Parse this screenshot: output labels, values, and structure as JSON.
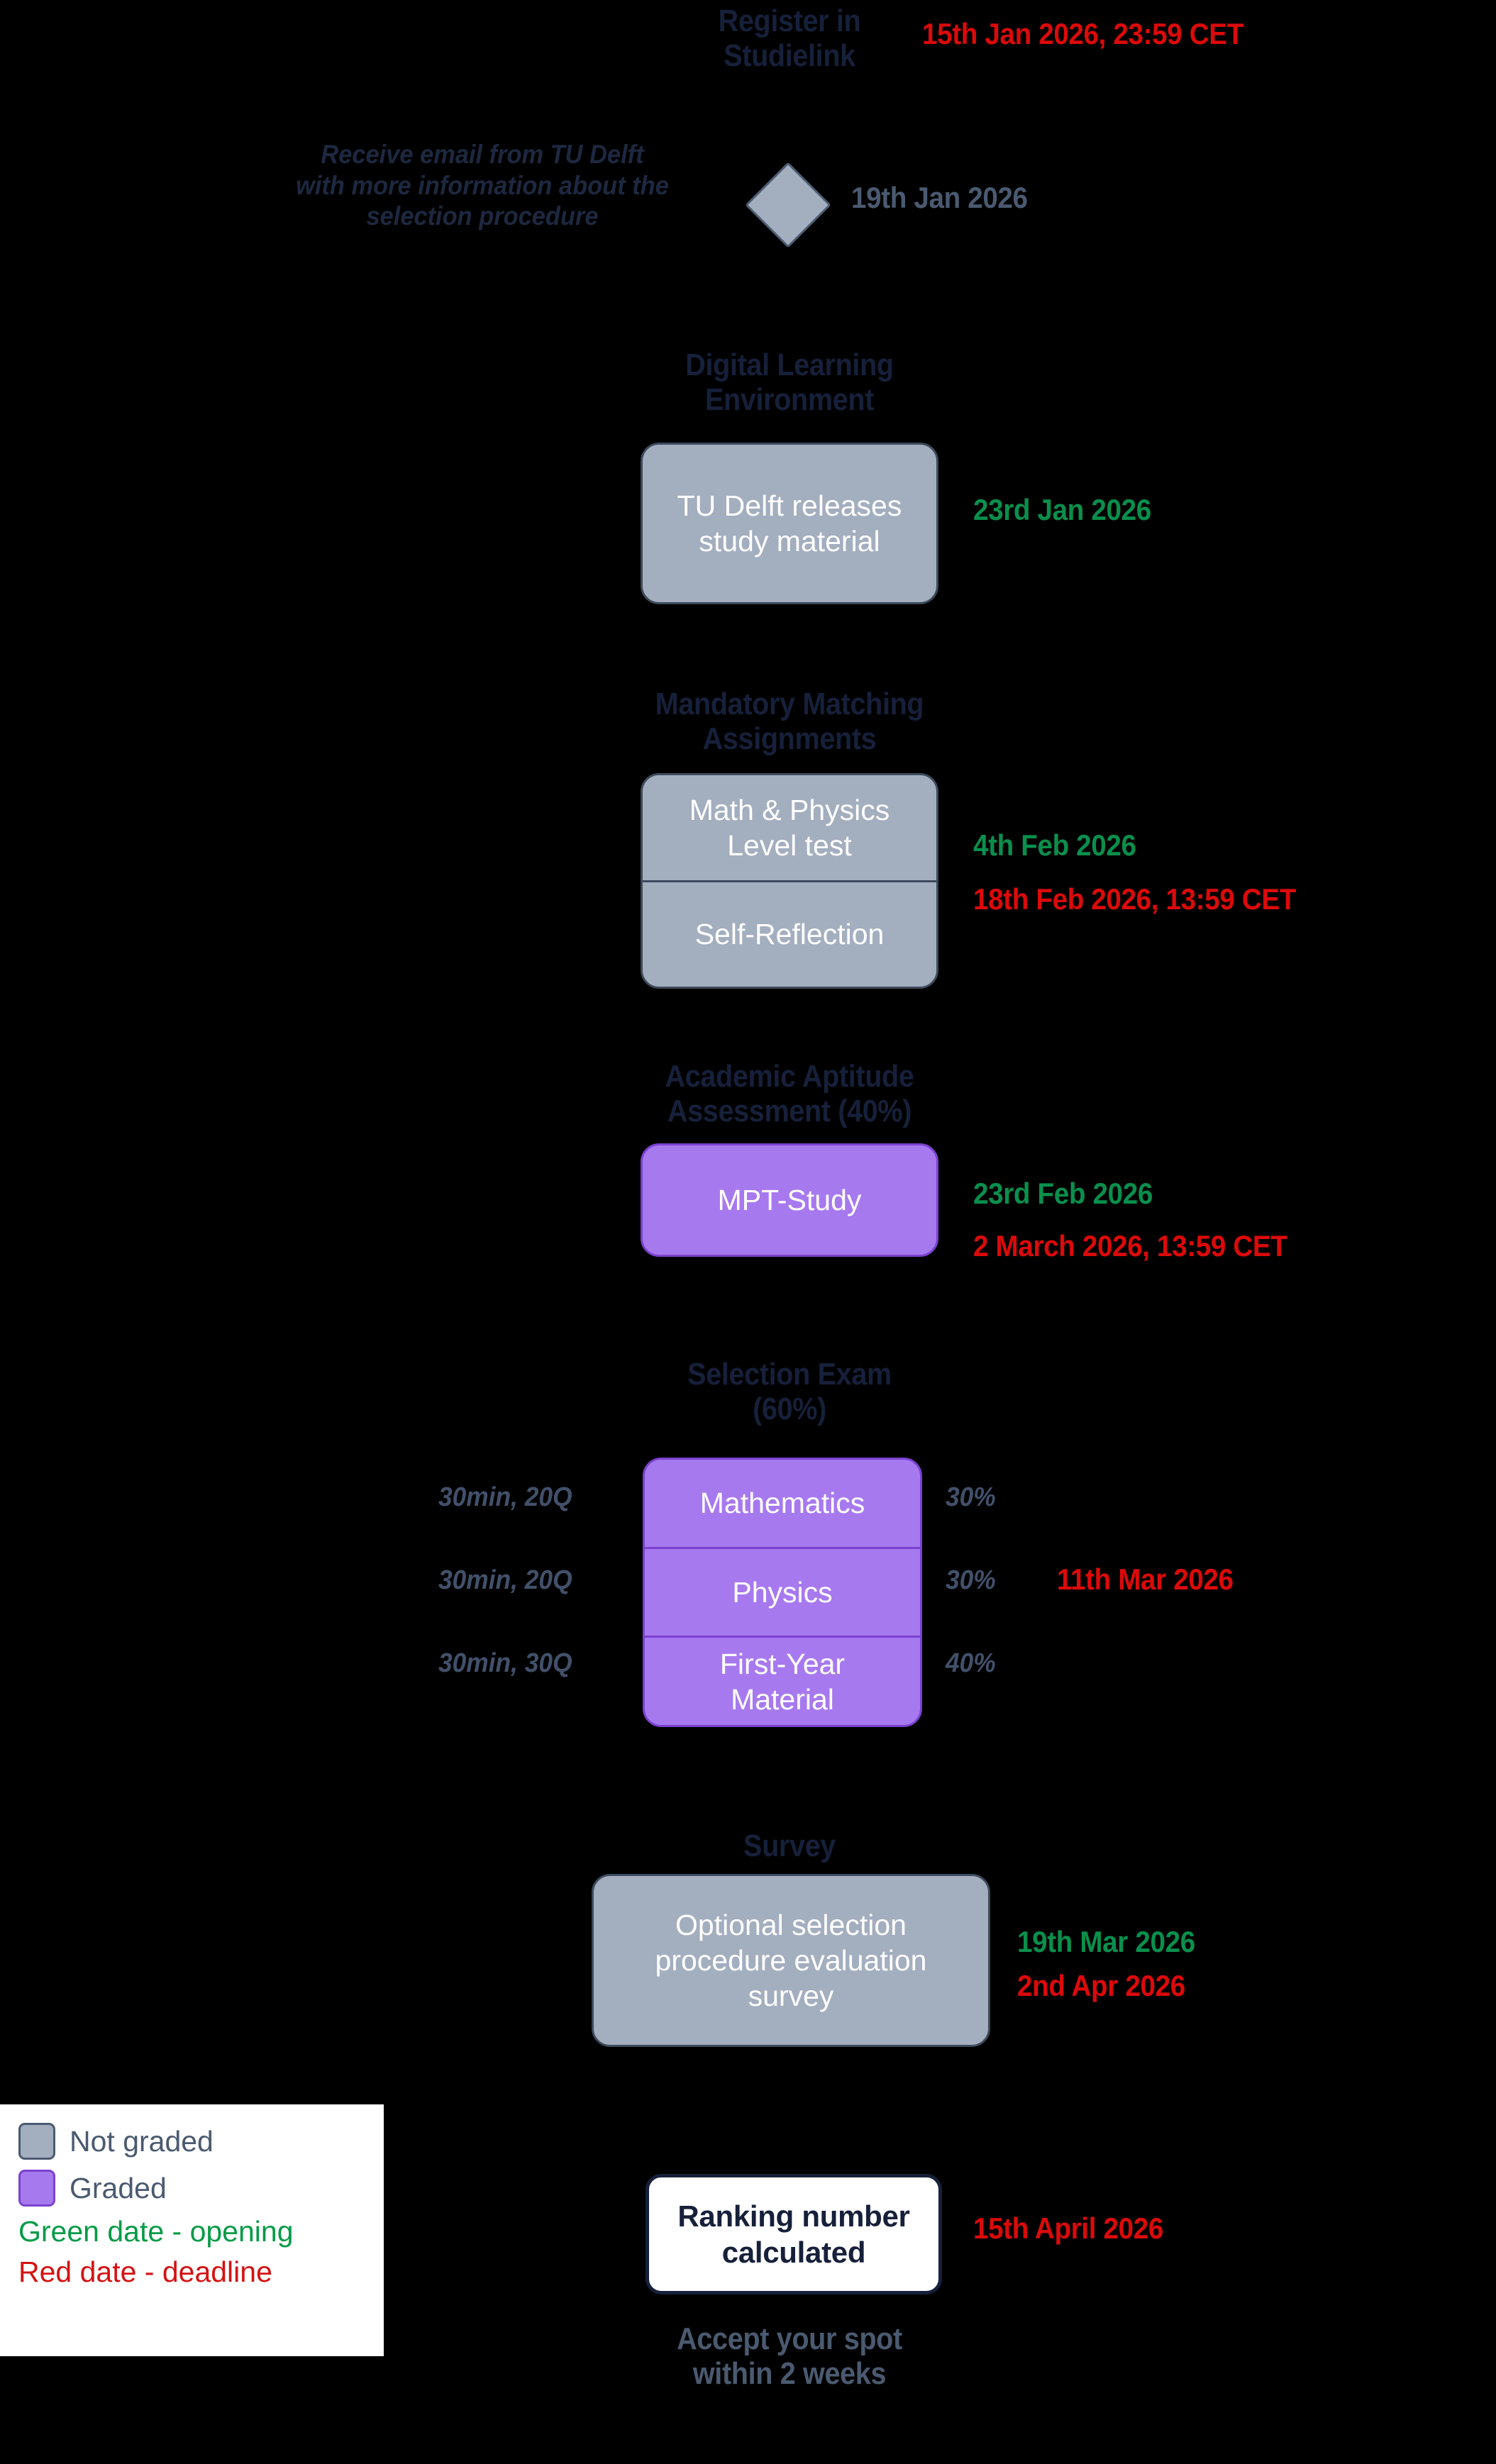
{
  "meta": {
    "background_color": "#000000",
    "heading_color": "#16203a",
    "box_gray_fill": "#a3aebf",
    "box_gray_border": "#3d4a5c",
    "box_purple_fill": "#a779ef",
    "box_purple_border": "#7a42cf",
    "green_date_color": "#0a8f4c",
    "red_date_color": "#dc0a0a",
    "slate_text_color": "#4a5a70"
  },
  "steps": {
    "register": {
      "heading": "Register in\nStudielink",
      "date": "15th Jan 2026, 23:59 CET",
      "date_kind": "red"
    },
    "email": {
      "note": "Receive email from TU Delft\nwith more information about the\nselection procedure",
      "shape": "diamond",
      "date": "19th Jan 2026",
      "date_kind": "slate"
    },
    "dle": {
      "heading": "Digital Learning\nEnvironment",
      "box_label": "TU Delft releases\nstudy material",
      "box_kind": "not-graded",
      "date": "23rd Jan 2026",
      "date_kind": "green"
    },
    "matching": {
      "heading": "Mandatory Matching\nAssignments",
      "rows": [
        {
          "label": "Math & Physics\nLevel test"
        },
        {
          "label": "Self-Reflection"
        }
      ],
      "box_kind": "not-graded",
      "date_green": "4th Feb 2026",
      "date_red": "18th Feb 2026, 13:59 CET"
    },
    "aptitude": {
      "heading": "Academic Aptitude\nAssessment (40%)",
      "box_label": "MPT-Study",
      "box_kind": "graded",
      "date_green": "23rd Feb 2026",
      "date_red": "2 March 2026, 13:59 CET"
    },
    "exam": {
      "heading": "Selection Exam\n(60%)",
      "box_kind": "graded",
      "rows": [
        {
          "left": "30min, 20Q",
          "label": "Mathematics",
          "right": "30%"
        },
        {
          "left": "30min, 20Q",
          "label": "Physics",
          "right": "30%"
        },
        {
          "left": "30min, 30Q",
          "label": "First-Year\nMaterial",
          "right": "40%"
        }
      ],
      "date": "11th Mar 2026",
      "date_kind": "red"
    },
    "survey": {
      "heading": "Survey",
      "box_label": "Optional selection\nprocedure evaluation\nsurvey",
      "box_kind": "not-graded",
      "date_green": "19th Mar 2026",
      "date_red": "2nd Apr 2026"
    },
    "ranking": {
      "box_label": "Ranking number\ncalculated",
      "date": "15th April 2026",
      "date_kind": "red",
      "footer": "Accept your spot\nwithin 2 weeks"
    }
  },
  "legend": {
    "not_graded_label": "Not graded",
    "graded_label": "Graded",
    "green_line": "Green date - opening",
    "red_line": "Red date - deadline"
  }
}
